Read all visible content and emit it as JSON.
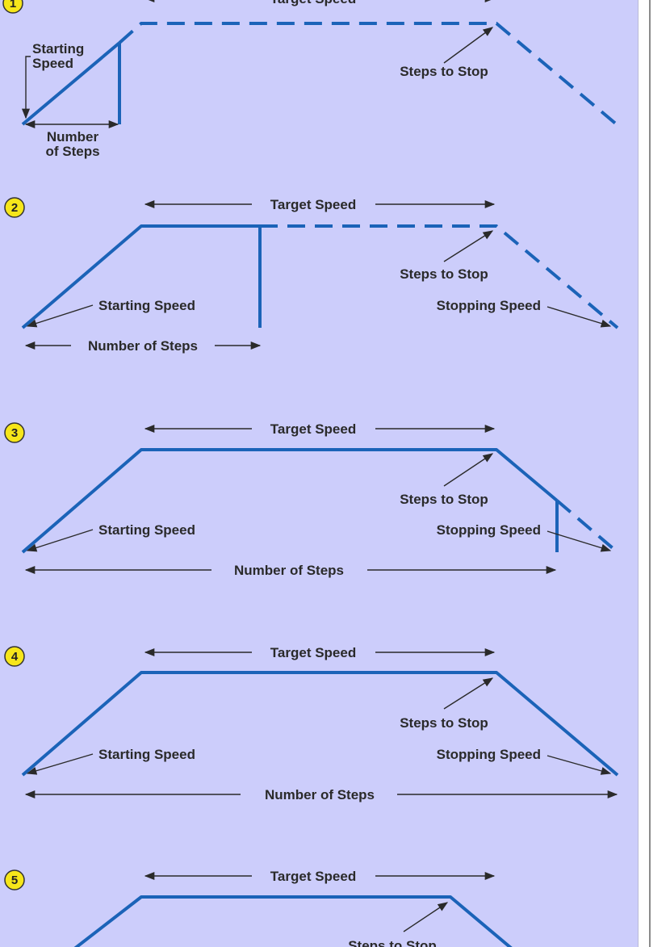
{
  "colors": {
    "background": "#cccdfb",
    "profile_line": "#1b63b8",
    "badge_fill": "#f6e61a",
    "text": "#2a2a2a"
  },
  "labels": {
    "target_speed": "Target Speed",
    "steps_to_stop": "Steps to Stop",
    "starting_speed": "Starting Speed",
    "stopping_speed": "Stopping Speed",
    "number_of_steps": "Number of Steps",
    "starting": "Starting",
    "speed": "Speed",
    "number": "Number",
    "of_steps": "of Steps"
  },
  "panels": [
    {
      "badge": "1"
    },
    {
      "badge": "2"
    },
    {
      "badge": "3"
    },
    {
      "badge": "4"
    },
    {
      "badge": "5"
    }
  ]
}
